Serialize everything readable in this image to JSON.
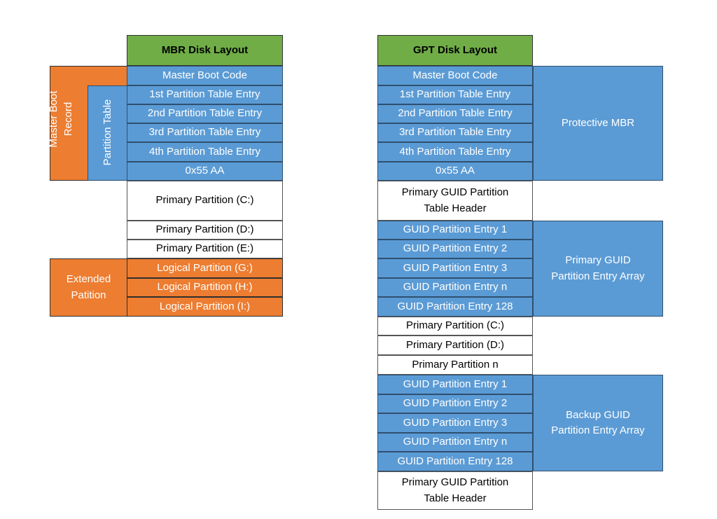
{
  "mbr": {
    "title": "MBR Disk Layout",
    "rows": [
      "Master Boot Code",
      "1st Partition Table Entry",
      "2nd Partition Table Entry",
      "3rd Partition Table Entry",
      "4th Partition Table Entry",
      "0x55 AA",
      "Primary Partition (C:)",
      "Primary Partition (D:)",
      "Primary Partition (E:)",
      "Logical Partition (G:)",
      "Logical Partition (H:)",
      "Logical Partition (I:)"
    ],
    "master_boot_record_label": [
      "Master Boot",
      "Record"
    ],
    "partition_table_label": "Partition Table",
    "extended_label": [
      "Extended",
      "Patition"
    ]
  },
  "gpt": {
    "title": "GPT Disk Layout",
    "rows": [
      "Master Boot Code",
      "1st Partition Table Entry",
      "2nd Partition Table Entry",
      "3rd Partition Table Entry",
      "4th Partition Table Entry",
      "0x55 AA",
      [
        "Primary GUID Partition",
        "Table Header"
      ],
      "GUID Partition Entry 1",
      "GUID Partition Entry 2",
      "GUID Partition Entry 3",
      "GUID Partition Entry n",
      "GUID Partition Entry 128",
      "Primary Partition (C:)",
      "Primary Partition (D:)",
      "Primary Partition n",
      "GUID Partition Entry 1",
      "GUID Partition Entry 2",
      "GUID Partition Entry 3",
      "GUID Partition Entry n",
      "GUID Partition Entry 128",
      [
        "Primary GUID Partition",
        "Table Header"
      ]
    ],
    "protective_mbr_label": "Protective MBR",
    "primary_array_label": [
      "Primary GUID",
      "Partition Entry Array"
    ],
    "backup_array_label": [
      "Backup GUID",
      "Partition Entry Array"
    ]
  },
  "colors": {
    "blue": "#5b9bd5",
    "orange": "#ed7d31",
    "green": "#70ad47"
  }
}
